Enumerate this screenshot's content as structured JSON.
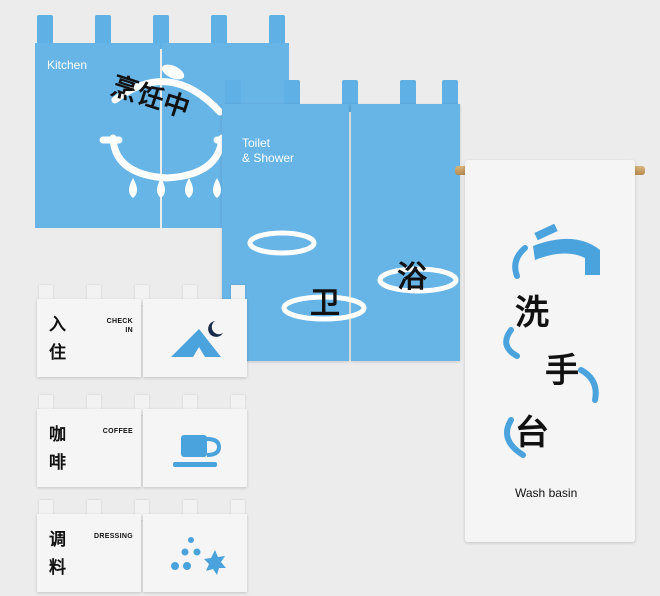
{
  "kitchen": {
    "label_en": "Kitchen",
    "label_cn": "烹饪中"
  },
  "toilet": {
    "label_en_line1": "Toilet",
    "label_en_line2": "& Shower",
    "char_left": "卫",
    "char_right": "浴"
  },
  "wash": {
    "char1": "洗",
    "char2": "手",
    "char3": "台",
    "label_en": "Wash basin"
  },
  "small_banners": [
    {
      "cn1": "入",
      "cn2": "住",
      "en_line1": "CHECK",
      "en_line2": "IN",
      "icon": "tent-moon-icon"
    },
    {
      "cn1": "咖",
      "cn2": "啡",
      "en_line1": "COFFEE",
      "en_line2": "",
      "icon": "coffee-cup-icon"
    },
    {
      "cn1": "调",
      "cn2": "料",
      "en_line1": "DRESSING",
      "en_line2": "",
      "icon": "seasoning-icon"
    }
  ],
  "colors": {
    "accent_blue": "#67b4e6",
    "icon_blue": "#4aa3dd",
    "banner_white": "#f5f5f5",
    "background": "#ececec"
  }
}
